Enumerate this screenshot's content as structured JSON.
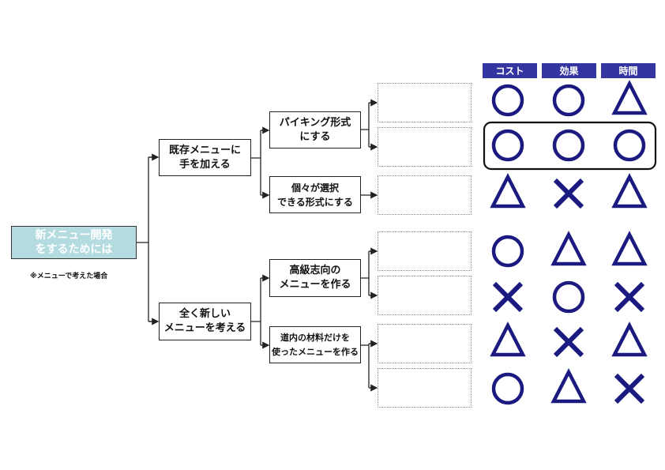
{
  "root": {
    "label": "新メニュー開発\nをするためには"
  },
  "note": "※メニューで考えた場合",
  "level1": [
    {
      "label": "既存メニューに\n手を加える"
    },
    {
      "label": "全く新しい\nメニューを考える"
    }
  ],
  "level2": [
    {
      "label": "パイキング形式\nにする"
    },
    {
      "label": "個々が選択\nできる形式にする"
    },
    {
      "label": "高級志向の\nメニューを作る"
    },
    {
      "label": "道内の材料だけを\n使ったメニューを作る"
    }
  ],
  "columns": [
    "コスト",
    "効果",
    "時間"
  ],
  "evaluations": [
    [
      "circle",
      "circle",
      "triangle"
    ],
    [
      "circle",
      "circle",
      "circle"
    ],
    [
      "triangle",
      "cross",
      "triangle"
    ],
    [
      "circle",
      "triangle",
      "triangle"
    ],
    [
      "cross",
      "circle",
      "cross"
    ],
    [
      "triangle",
      "cross",
      "triangle"
    ],
    [
      "circle",
      "triangle",
      "cross"
    ]
  ],
  "highlighted_row": 1,
  "colors": {
    "symbol": "#1a1a80",
    "header": "#3535a2",
    "root_fill": "#b3dbe0"
  }
}
